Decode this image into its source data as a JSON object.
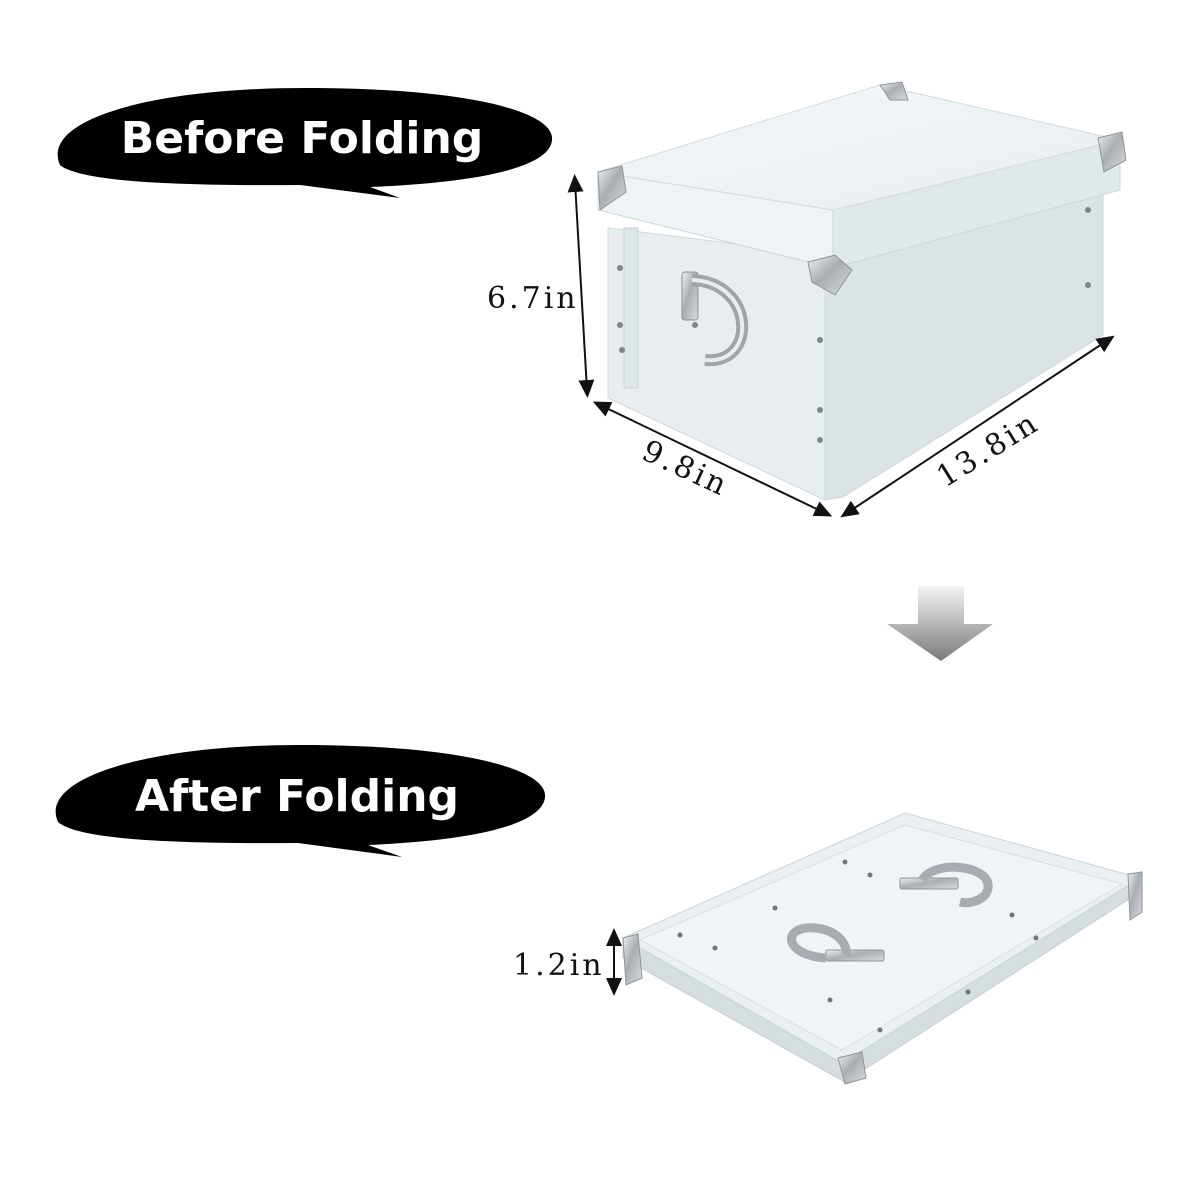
{
  "labels": {
    "before": "Before Folding",
    "after": "After Folding"
  },
  "dimensions": {
    "height_before": "6.7in",
    "width": "9.8in",
    "length": "13.8in",
    "height_after": "1.2in"
  },
  "colors": {
    "bubble": "#000000",
    "bubble_text": "#ffffff",
    "box_top": "#eef3f5",
    "box_front": "#e3eaed",
    "box_side": "#d6dee2",
    "metal": "#b9bec2",
    "arrow": "#8e8e8e"
  },
  "icons": {
    "down_arrow": "down-arrow-icon",
    "dimension_arrow": "double-arrow-icon"
  }
}
